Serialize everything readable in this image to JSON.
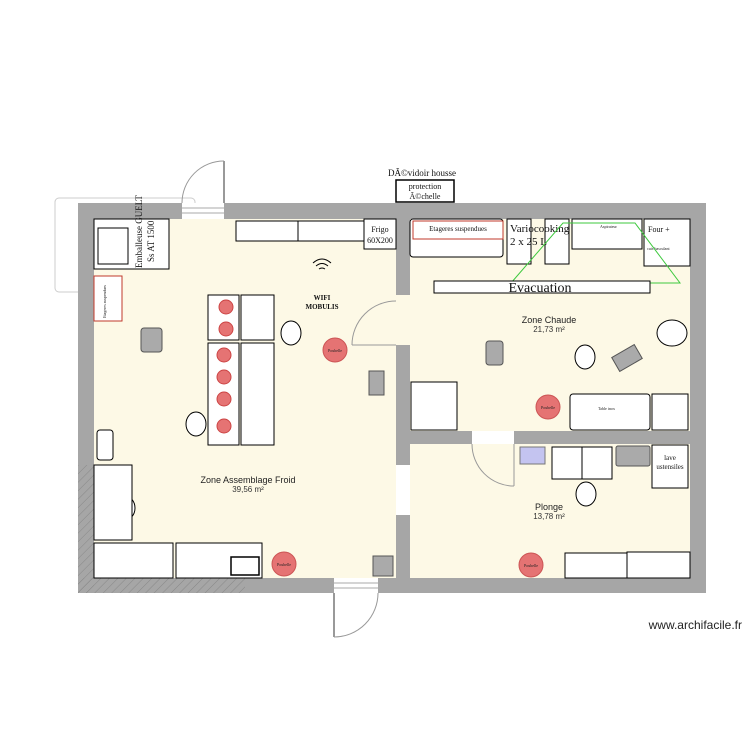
{
  "plan": {
    "colors": {
      "wall": "#a6a6a6",
      "floor": "#fdf9e6",
      "bin": "#e57373",
      "plate": "#e05a5a",
      "etagere": "#c0392b",
      "ventilation": "#3ec93e",
      "label_blue": "#c4c4f0"
    },
    "top_label": {
      "line1": "DÃ©vidoir housse",
      "line2": "protection",
      "line3": "Ã©chelle"
    },
    "rooms": [
      {
        "name": "Zone Assemblage Froid",
        "area": "39,56 m²"
      },
      {
        "name": "Zone Chaude",
        "area": "21,73 m²"
      },
      {
        "name": "Plonge",
        "area": "13,78 m²"
      }
    ],
    "equipment": {
      "frigo": {
        "line1": "Frigo",
        "line2": "60X200"
      },
      "emballeuse": {
        "line1": "Emballeuse GUELT",
        "line2": "Ss AT 1500"
      },
      "wifi": {
        "line1": "WIFI",
        "line2": "MOBULIS"
      },
      "etageres": "Etageres suspendues",
      "etageres_left": "Etageres suspendues",
      "variocooking": {
        "line1": "Variocooking",
        "line2": "2 x 25 L"
      },
      "four": {
        "line1": "Four +",
        "line2": "cuis basculant"
      },
      "evacuation": "Evacuation",
      "lave_ustensiles": {
        "line1": "lave",
        "line2": "ustensiles"
      },
      "poubelle": "Poubelle",
      "table_inox": "Table inox",
      "aspirateur": "Aspirateur"
    },
    "watermark": "www.archifacile.fr"
  }
}
